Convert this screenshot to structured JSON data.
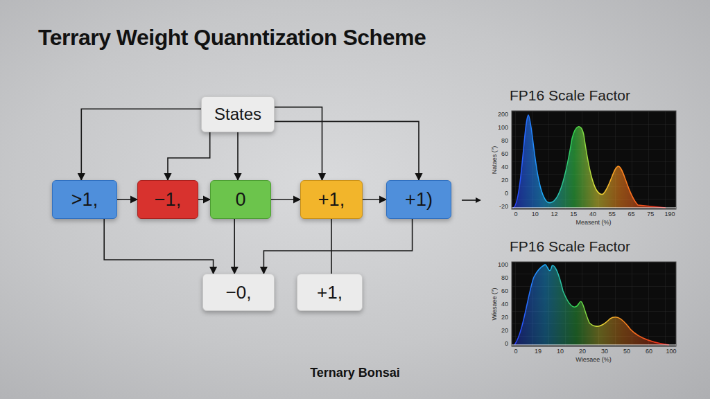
{
  "diagram": {
    "title": "Terrary Weight Quanntization Scheme",
    "caption": "Ternary Bonsai",
    "nodes": [
      {
        "text": [
          "States"
        ]
      },
      {
        "text": [
          ">1,"
        ]
      },
      {
        "text": [
          "−1,"
        ]
      },
      {
        "text": [
          "0"
        ]
      },
      {
        "text": [
          "+1,"
        ]
      },
      {
        "text": [
          "+1)"
        ]
      },
      {
        "text": [
          "−0,"
        ]
      },
      {
        "text": [
          "+1,"
        ]
      }
    ],
    "edges": [
      {
        "from": 1,
        "to": 2,
        "arrow": "to"
      },
      {
        "from": 2,
        "to": 3,
        "arrow": "to"
      },
      {
        "from": 3,
        "to": 4,
        "arrow": "to"
      },
      {
        "from": 4,
        "to": 5,
        "arrow": "to"
      },
      {
        "from": 0,
        "to": 1,
        "arrow": "to"
      },
      {
        "from": 0,
        "to": 2,
        "arrow": "to"
      },
      {
        "from": 0,
        "to": 3,
        "arrow": "to"
      },
      {
        "from": 0,
        "to": 4,
        "arrow": "to"
      },
      {
        "from": 0,
        "to": 5,
        "arrow": "to"
      },
      {
        "from": 3,
        "to": 6,
        "arrow": "to"
      },
      {
        "from": 1,
        "to": 6,
        "arrow": "to"
      },
      {
        "from": 5,
        "to": 6,
        "arrow": "to"
      },
      {
        "from": 4,
        "to": 7,
        "arrow": "none"
      }
    ],
    "labels": [
      "FP16 Scale Factor",
      "200",
      "100",
      "80",
      "60",
      "40",
      "20",
      "0",
      "-20",
      "0",
      "10",
      "12",
      "15",
      "40",
      "55",
      "65",
      "75",
      "190",
      "Nataes (°)",
      "Measent (%)",
      "FP16 Scale Factor",
      "100",
      "80",
      "60",
      "40",
      "20",
      "20",
      "0",
      "0",
      "19",
      "10",
      "20",
      "30",
      "50",
      "60",
      "100",
      "Wiesaee (°)",
      "Wiesaee (%)"
    ]
  }
}
